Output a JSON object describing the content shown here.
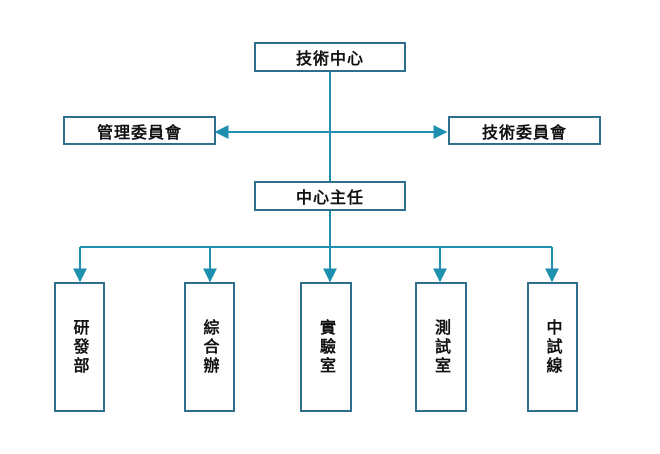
{
  "diagram": {
    "top": "技術中心",
    "left_committee": "管理委員會",
    "right_committee": "技術委員會",
    "director": "中心主任",
    "departments": [
      "研發部",
      "綜合辦",
      "實驗室",
      "測試室",
      "中試線"
    ]
  },
  "colors": {
    "line": "#1f8fb0",
    "border": "#2e6f8c"
  }
}
